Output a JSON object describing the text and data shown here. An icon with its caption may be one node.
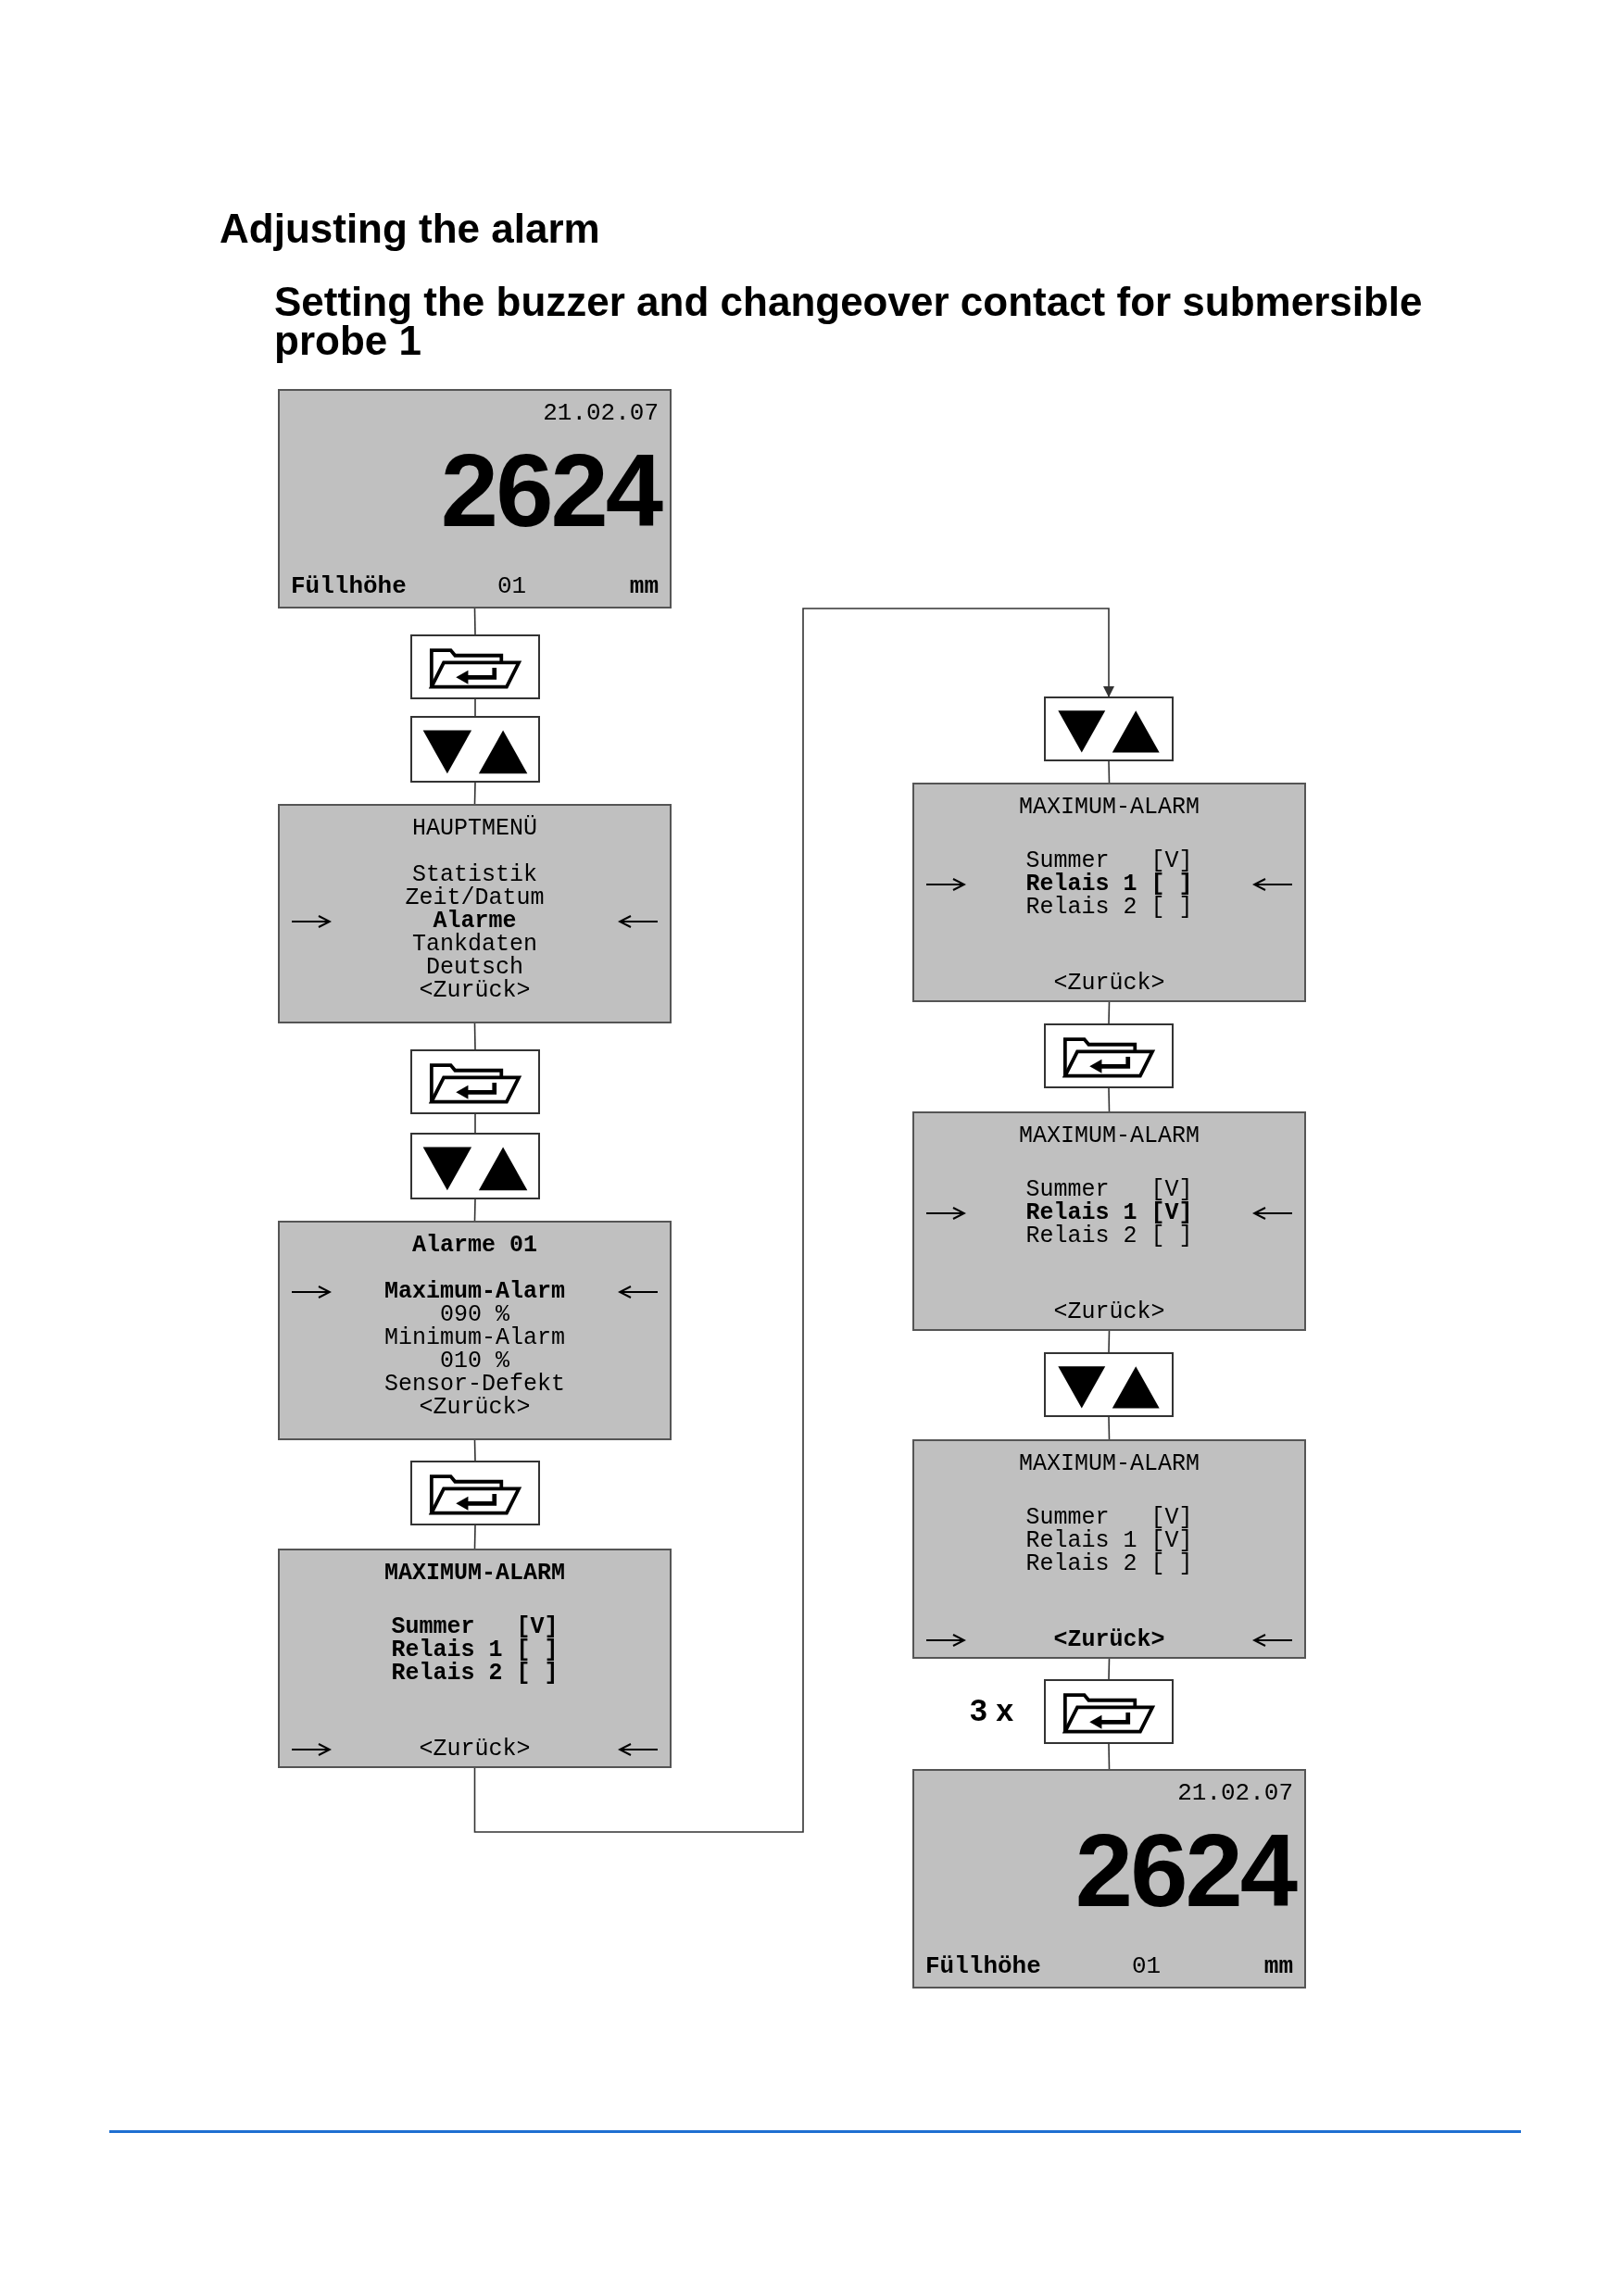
{
  "diagram": {
    "title": "Adjusting the alarm",
    "nodes": [
      {
        "text": [
          "21.02.07",
          "2624",
          "Füllhöhe",
          "01",
          "mm"
        ]
      },
      {
        "text": [],
        "shape": "folder"
      },
      {
        "text": [],
        "shape": "triangles"
      },
      {
        "text": [
          "HAUPTMENÜ",
          "Statistik",
          "Zeit/Datum",
          "**Alarme**",
          "Tankdaten",
          "Deutsch",
          "<Zurück>"
        ]
      },
      {
        "text": [],
        "shape": "folder"
      },
      {
        "text": [],
        "shape": "triangles"
      },
      {
        "text": [
          "**Alarme 01**",
          "**Maximum-Alarm**",
          "090 %",
          "Minimum-Alarm",
          "010 %",
          "Sensor-Defekt",
          "<Zurück>"
        ]
      },
      {
        "text": [],
        "shape": "folder"
      },
      {
        "text": [
          "**MAXIMUM-ALARM**",
          "**Summer   [V]**",
          "**Relais 1 [ ]**",
          "**Relais 2 [ ]**",
          "<Zurück>"
        ]
      },
      {
        "text": [],
        "shape": "triangles"
      },
      {
        "text": [
          "MAXIMUM-ALARM",
          "Summer   [V]",
          "**Relais 1 [ ]**",
          "Relais 2 [ ]",
          "<Zurück>"
        ]
      },
      {
        "text": [],
        "shape": "folder"
      },
      {
        "text": [
          "MAXIMUM-ALARM",
          "Summer   [V]",
          "**Relais 1 [V]**",
          "Relais 2 [ ]",
          "<Zurück>"
        ]
      },
      {
        "text": [],
        "shape": "triangles"
      },
      {
        "text": [
          "MAXIMUM-ALARM",
          "Summer   [V]",
          "Relais 1 [V]",
          "Relais 2 [ ]",
          "**<Zurück>**"
        ]
      },
      {
        "text": [],
        "shape": "folder",
        "beside": [
          "3 x"
        ]
      },
      {
        "text": [
          "21.02.07",
          "2624",
          "Füllhöhe",
          "01",
          "mm"
        ]
      }
    ],
    "edges": [
      {
        "from": 0,
        "to": 1,
        "arrow": "none"
      },
      {
        "from": 1,
        "to": 2,
        "arrow": "none"
      },
      {
        "from": 2,
        "to": 3,
        "arrow": "none"
      },
      {
        "from": 3,
        "to": 4,
        "arrow": "none"
      },
      {
        "from": 4,
        "to": 5,
        "arrow": "none"
      },
      {
        "from": 5,
        "to": 6,
        "arrow": "none"
      },
      {
        "from": 6,
        "to": 7,
        "arrow": "none"
      },
      {
        "from": 7,
        "to": 8,
        "arrow": "none"
      },
      {
        "from": 8,
        "to": 9,
        "arrow": "to"
      },
      {
        "from": 9,
        "to": 10,
        "arrow": "none"
      },
      {
        "from": 10,
        "to": 11,
        "arrow": "none"
      },
      {
        "from": 11,
        "to": 12,
        "arrow": "none"
      },
      {
        "from": 12,
        "to": 13,
        "arrow": "none"
      },
      {
        "from": 13,
        "to": 14,
        "arrow": "none"
      },
      {
        "from": 14,
        "to": 15,
        "arrow": "none"
      },
      {
        "from": 15,
        "to": 16,
        "arrow": "none"
      }
    ],
    "labels": [
      "Setting the buzzer and changeover contact for submersible probe 1"
    ]
  }
}
